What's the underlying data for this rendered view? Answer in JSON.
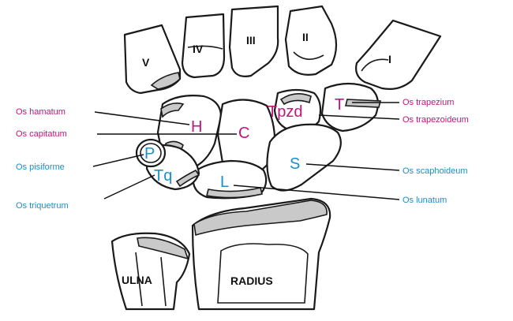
{
  "colors": {
    "carpal_pink": "#c0157a",
    "carpal_blue": "#1a8fc8",
    "outline": "#1a1a1a",
    "cartilage": "#c9c9c9"
  },
  "metacarpals": {
    "v": "V",
    "iv": "IV",
    "iii": "III",
    "ii": "II",
    "i": "I"
  },
  "forearm": {
    "ulna": "ULNA",
    "radius": "RADIUS"
  },
  "bone_letters": {
    "hamatum": "H",
    "capitatum": "C",
    "trapezoideum": "Tpzd",
    "trapezium": "T",
    "scaphoideum": "S",
    "lunatum": "L",
    "triquetrum": "Tq",
    "pisiforme": "P"
  },
  "labels": {
    "hamatum": "Os hamatum",
    "capitatum": "Os capitatum",
    "pisiforme": "Os pisiforme",
    "triquetrum": "Os triquetrum",
    "trapezium": "Os trapezium",
    "trapezoideum": "Os trapezoideum",
    "scaphoideum": "Os scaphoideum",
    "lunatum": "Os lunatum"
  }
}
